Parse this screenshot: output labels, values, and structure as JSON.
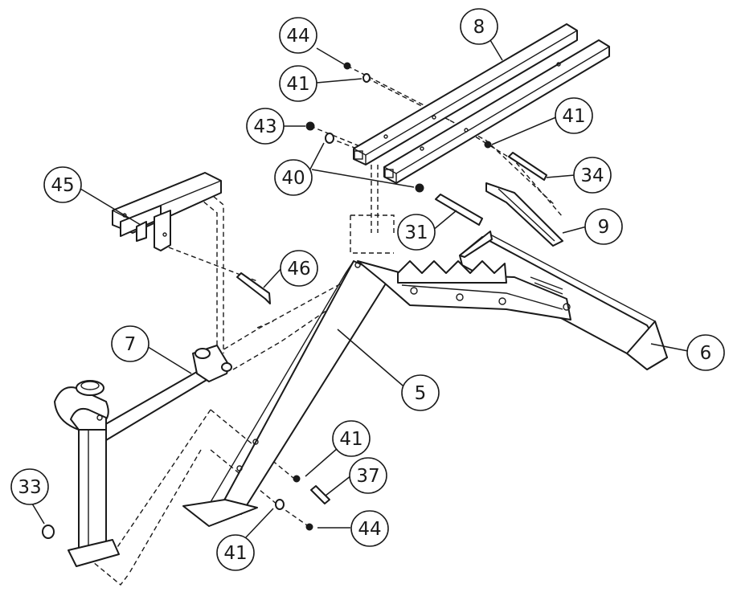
{
  "callouts": [
    {
      "id": "c44a",
      "label": "44"
    },
    {
      "id": "c41a",
      "label": "41"
    },
    {
      "id": "c43",
      "label": "43"
    },
    {
      "id": "c40",
      "label": "40"
    },
    {
      "id": "c8",
      "label": "8"
    },
    {
      "id": "c41b",
      "label": "41"
    },
    {
      "id": "c34",
      "label": "34"
    },
    {
      "id": "c31",
      "label": "31"
    },
    {
      "id": "c9",
      "label": "9"
    },
    {
      "id": "c45",
      "label": "45"
    },
    {
      "id": "c46",
      "label": "46"
    },
    {
      "id": "c7",
      "label": "7"
    },
    {
      "id": "c5",
      "label": "5"
    },
    {
      "id": "c6",
      "label": "6"
    },
    {
      "id": "c41c",
      "label": "41"
    },
    {
      "id": "c37",
      "label": "37"
    },
    {
      "id": "c33",
      "label": "33"
    },
    {
      "id": "c41d",
      "label": "41"
    },
    {
      "id": "c44b",
      "label": "44"
    }
  ]
}
